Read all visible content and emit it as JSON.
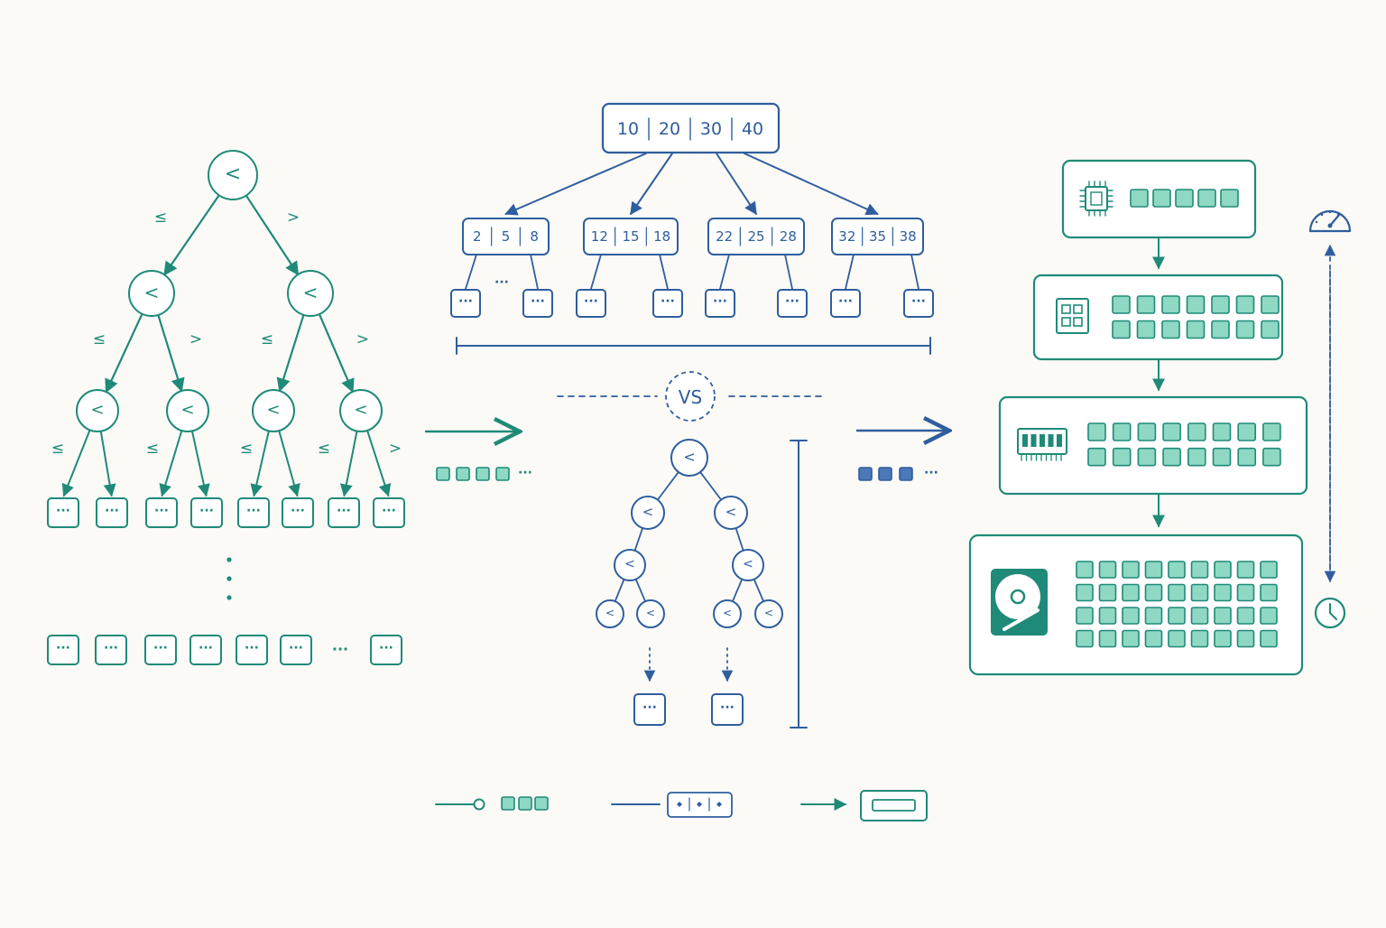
{
  "colors": {
    "background": "#fbfaf7",
    "teal": "#1f8a78",
    "teal_fill": "#8fd8c3",
    "blue": "#2f5e9e",
    "blue_fill": "#4a78b8"
  },
  "bst": {
    "node_symbol": "<",
    "left_edge_label": "≤",
    "right_edge_label": ">",
    "leaf_symbol": "···",
    "leaf_ellipsis": "···"
  },
  "btree": {
    "root_keys": [
      "10",
      "20",
      "30",
      "40"
    ],
    "children": [
      {
        "keys": [
          "2",
          "5",
          "8"
        ]
      },
      {
        "keys": [
          "12",
          "15",
          "18"
        ]
      },
      {
        "keys": [
          "22",
          "25",
          "28"
        ]
      },
      {
        "keys": [
          "32",
          "35",
          "38"
        ]
      }
    ],
    "leaf_symbol": "···",
    "leaf_ellipsis": "···"
  },
  "comparison": {
    "label": "VS"
  },
  "small_tree": {
    "node_symbol": "<",
    "leaf_symbol": "···"
  },
  "stream": {
    "ellipsis": "···"
  },
  "memory_hierarchy": {
    "levels": [
      {
        "icon": "cpu-icon"
      },
      {
        "icon": "cache-icon"
      },
      {
        "icon": "ram-icon"
      },
      {
        "icon": "hard-drive-icon"
      }
    ],
    "top_icon": "speedometer-icon",
    "bottom_icon": "clock-icon"
  },
  "legend": {
    "items": [
      {
        "icon": "pointer-blocks"
      },
      {
        "icon": "keyed-node"
      },
      {
        "icon": "storage-slot"
      }
    ]
  }
}
